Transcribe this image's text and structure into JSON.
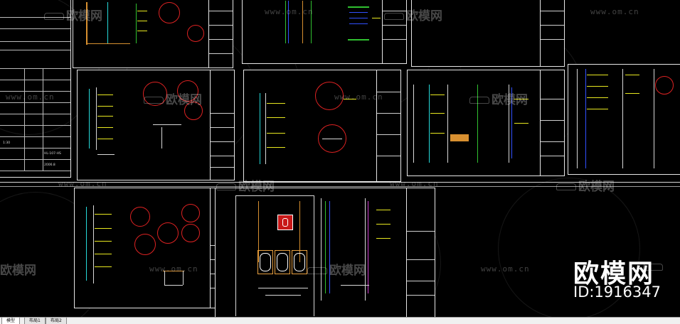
{
  "watermark": {
    "brand_text": "欧模网",
    "url_text": "www.om.cn",
    "logo_icon": "sofa-icon"
  },
  "brand": {
    "name": "欧模网",
    "id_text": "ID:1916347"
  },
  "legend": {
    "scale": "1:30",
    "date": "2006.8",
    "code": "HL-107-HS"
  },
  "tabs": [
    {
      "label": "模型",
      "active": true
    },
    {
      "label": "布局1",
      "active": false
    },
    {
      "label": "布局2",
      "active": false
    }
  ],
  "colors": {
    "background": "#000000",
    "frame": "#e6e6e6",
    "dim_annotation": "#e8e820",
    "section_circle": "#d22222",
    "wall_line": "#26d9d9",
    "tab_bar": "#f0f0f0"
  }
}
